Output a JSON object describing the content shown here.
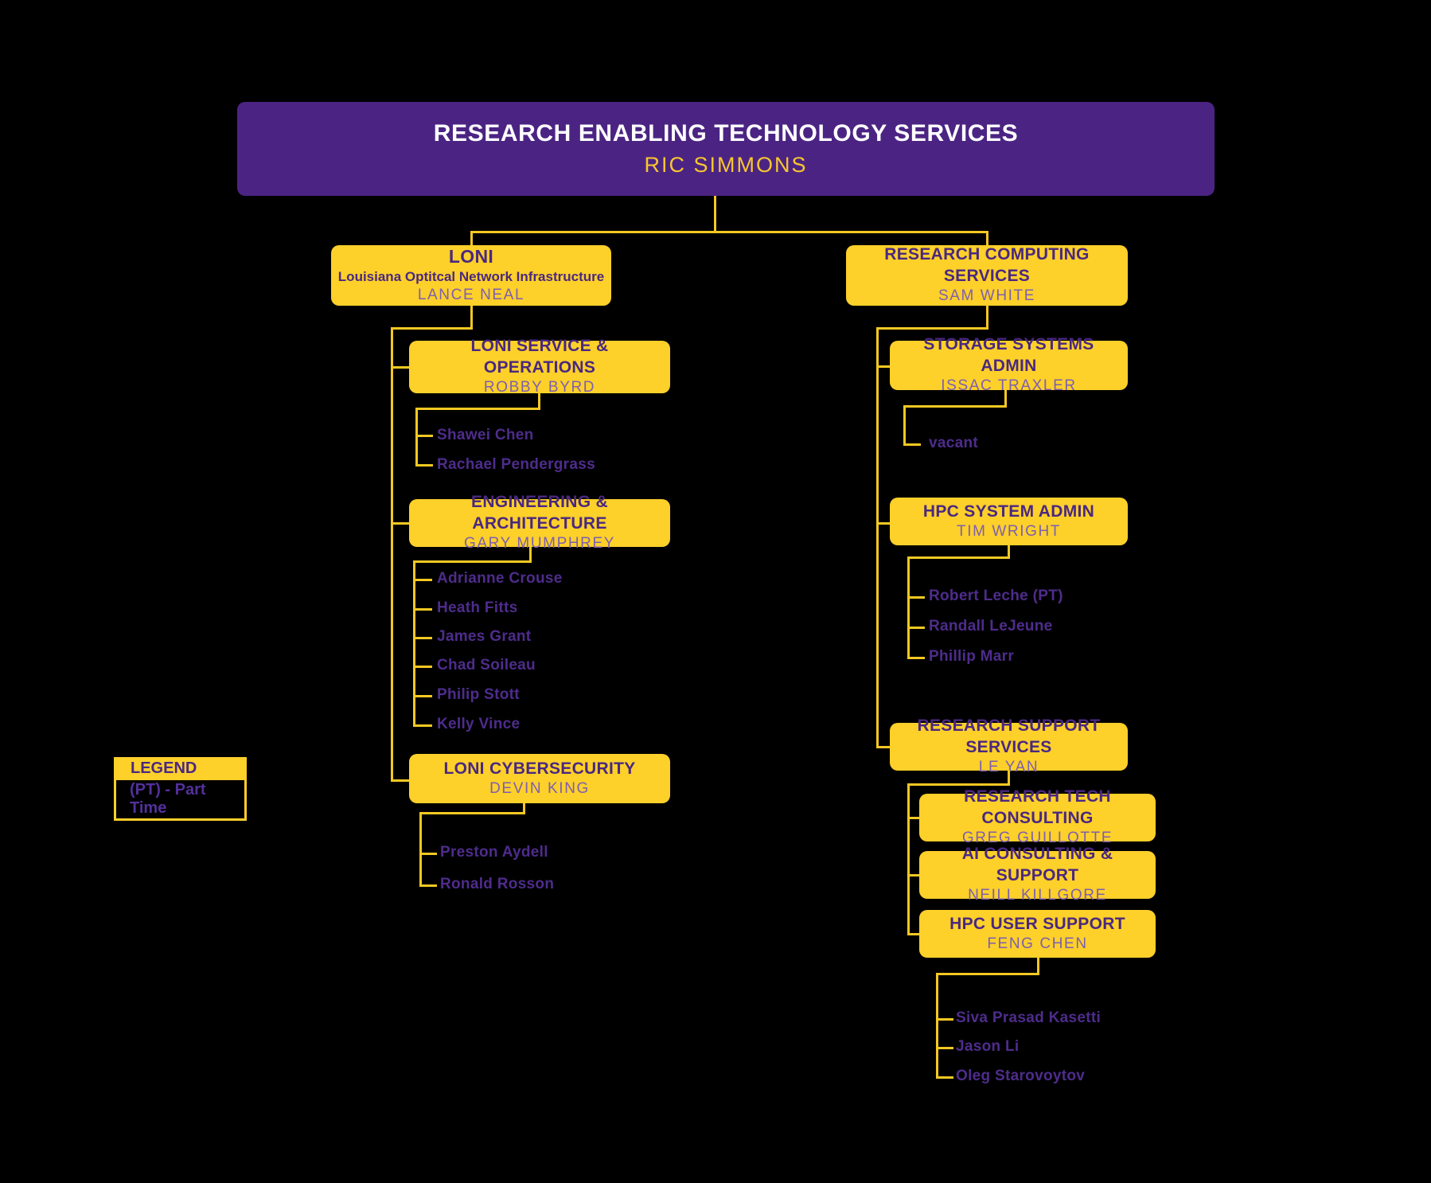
{
  "root": {
    "title": "RESEARCH ENABLING TECHNOLOGY SERVICES",
    "name": "RIC SIMMONS"
  },
  "loni": {
    "title": "LONI",
    "subtitle": "Louisiana Optitcal Network Infrastructure",
    "name": "LANCE NEAL"
  },
  "rcs": {
    "title": "RESEARCH COMPUTING SERVICES",
    "name": "SAM WHITE"
  },
  "lso": {
    "title": "LONI SERVICE & OPERATIONS",
    "name": "ROBBY BYRD",
    "members": [
      "Shawei Chen",
      "Rachael Pendergrass"
    ]
  },
  "ea": {
    "title": "ENGINEERING & ARCHITECTURE",
    "name": "GARY MUMPHREY",
    "members": [
      "Adrianne Crouse",
      "Heath Fitts",
      "James Grant",
      "Chad Soileau",
      "Philip Stott",
      "Kelly Vince"
    ]
  },
  "cyb": {
    "title": "LONI CYBERSECURITY",
    "name": "DEVIN KING",
    "members": [
      "Preston Aydell",
      "Ronald Rosson"
    ]
  },
  "ssa": {
    "title": "STORAGE SYSTEMS ADMIN",
    "name": "ISSAC TRAXLER",
    "members": [
      "vacant"
    ]
  },
  "hsa": {
    "title": "HPC SYSTEM ADMIN",
    "name": "TIM WRIGHT",
    "members": [
      "Robert Leche (PT)",
      "Randall LeJeune",
      "Phillip Marr"
    ]
  },
  "rss": {
    "title": "RESEARCH SUPPORT SERVICES",
    "name": "LE YAN"
  },
  "rtc": {
    "title": "RESEARCH TECH CONSULTING",
    "name": "GREG GUILLOTTE"
  },
  "ai": {
    "title": "AI CONSULTING & SUPPORT",
    "name": "NEILL KILLGORE"
  },
  "hus": {
    "title": "HPC USER SUPPORT",
    "name": "FENG CHEN",
    "members": [
      "Siva Prasad Kasetti",
      "Jason Li",
      "Oleg Starovoytov"
    ]
  },
  "legend": {
    "title": "LEGEND",
    "entry": "(PT) - Part Time"
  },
  "colors": {
    "bg": "#000000",
    "gold": "#FDD02A",
    "purple_box": "#4B2483",
    "purple_text": "#4A2880",
    "light_purple_text": "#7D5FB0",
    "member_text": "#4E2C8C",
    "legend_text": "#53309B",
    "gold_text": "#F9C62F",
    "white_text": "#FFFFFF",
    "line": "#F5C822"
  }
}
